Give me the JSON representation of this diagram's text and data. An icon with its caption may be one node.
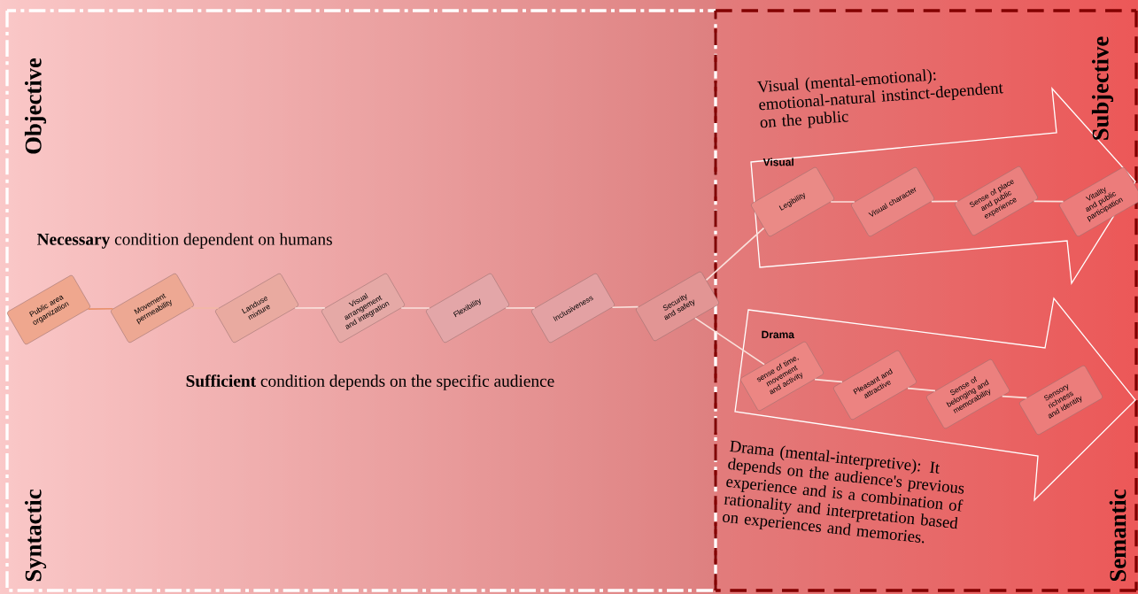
{
  "diagram": {
    "nodes": [
      {
        "text": [
          "Public area organization"
        ]
      },
      {
        "text": [
          "Movement permeability"
        ]
      },
      {
        "text": [
          "Landuse mixture"
        ]
      },
      {
        "text": [
          "Visual arrangement and integration"
        ]
      },
      {
        "text": [
          "Flexibility"
        ]
      },
      {
        "text": [
          "Inclusiveness"
        ]
      },
      {
        "text": [
          "Security and safety"
        ]
      },
      {
        "text": [
          "Visual"
        ]
      },
      {
        "text": [
          "Legibility"
        ],
        "in": 7
      },
      {
        "text": [
          "Visual character"
        ],
        "in": 7
      },
      {
        "text": [
          "Sense of place and public experience"
        ],
        "in": 7
      },
      {
        "text": [
          "Vitality and public participation"
        ],
        "in": 7
      },
      {
        "text": [
          "Drama"
        ]
      },
      {
        "text": [
          "sense of time, movement and activity"
        ],
        "in": 12
      },
      {
        "text": [
          "Pleasant and attractive"
        ],
        "in": 12
      },
      {
        "text": [
          "Sense of belonging and memorability"
        ],
        "in": 12
      },
      {
        "text": [
          "Sensory richness and identity"
        ],
        "in": 12
      }
    ],
    "edges": [
      {
        "from": 0,
        "to": 1,
        "arrow": "none",
        "color": "#e8906a"
      },
      {
        "from": 1,
        "to": 2,
        "arrow": "none",
        "color": "#f2b8a4"
      },
      {
        "from": 2,
        "to": 3,
        "arrow": "none"
      },
      {
        "from": 3,
        "to": 4,
        "arrow": "none"
      },
      {
        "from": 4,
        "to": 5,
        "arrow": "none"
      },
      {
        "from": 5,
        "to": 6,
        "arrow": "none"
      },
      {
        "from": 6,
        "to": 8,
        "arrow": "none"
      },
      {
        "from": 6,
        "to": 13,
        "arrow": "none"
      },
      {
        "from": 8,
        "to": 9,
        "arrow": "none"
      },
      {
        "from": 9,
        "to": 10,
        "arrow": "none"
      },
      {
        "from": 10,
        "to": 11,
        "arrow": "none"
      },
      {
        "from": 13,
        "to": 14,
        "arrow": "none"
      },
      {
        "from": 14,
        "to": 15,
        "arrow": "none"
      },
      {
        "from": 15,
        "to": 16,
        "arrow": "none"
      }
    ],
    "labels": [
      "Objective",
      "Subjective",
      "Visual (mental-emotional): emotional-natural instinct-dependent on the public",
      "**Necessary** condition dependent on humans",
      "**Sufficient** condition depends on the specific audience",
      "Drama (mental-interpretive): It depends on the audience's previous experience and is a combination of rationality and interpretation based on experiences and memories.",
      "Syntactic",
      "Semantic"
    ]
  }
}
